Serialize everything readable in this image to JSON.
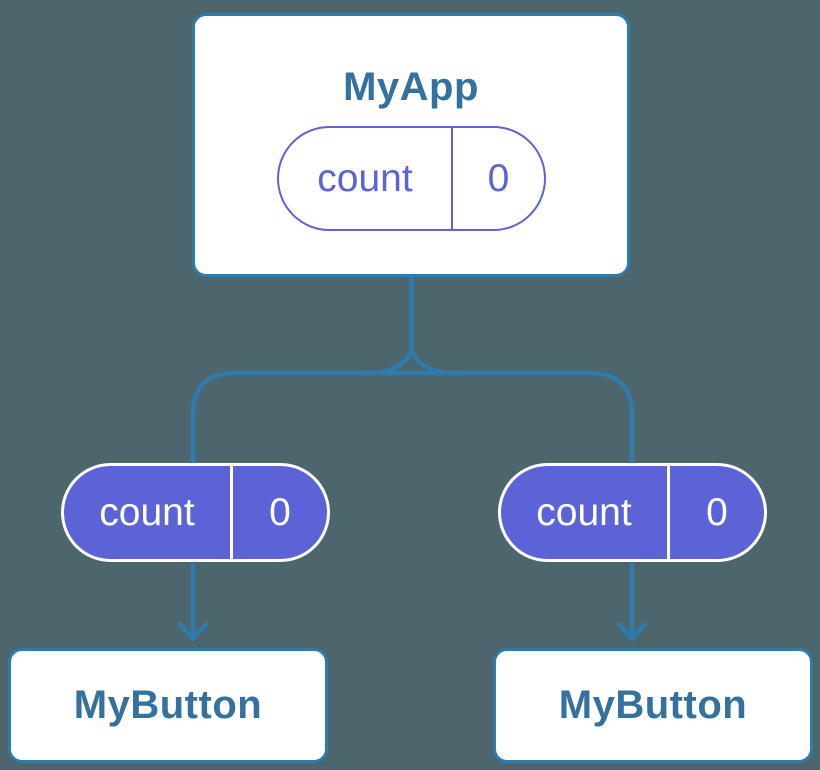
{
  "colors": {
    "background": "#4d666e",
    "connector": "#2e7bac",
    "card-bg": "#ffffff",
    "card-border": "#2e7bac",
    "card-text": "#35719f",
    "indigo": "#5c63d6",
    "pill-filled-bg": "#5c63d6",
    "pill-filled-text": "#ffffff"
  },
  "root_card": {
    "title": "MyApp",
    "state_pill": {
      "name": "count",
      "value": "0"
    }
  },
  "left_branch": {
    "prop_pill": {
      "name": "count",
      "value": "0"
    },
    "card": {
      "title": "MyButton"
    }
  },
  "right_branch": {
    "prop_pill": {
      "name": "count",
      "value": "0"
    },
    "card": {
      "title": "MyButton"
    }
  }
}
